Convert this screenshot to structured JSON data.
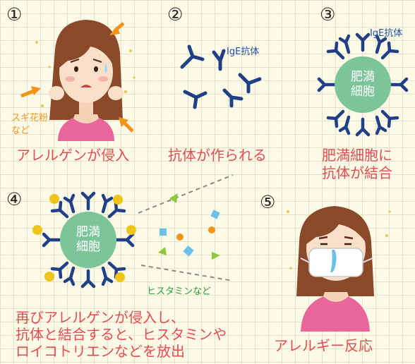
{
  "steps": [
    {
      "num": "①",
      "caption": "アレルゲンが侵入",
      "pollen_label_line1": "スギ花粉",
      "pollen_label_line2": "など"
    },
    {
      "num": "②",
      "caption": "抗体が作られる",
      "antibody_label": "IgE抗体"
    },
    {
      "num": "③",
      "caption_line1": "肥満細胞に",
      "caption_line2": "抗体が結合",
      "antibody_label": "IgE抗体",
      "cell_line1": "肥満",
      "cell_line2": "細胞"
    },
    {
      "num": "④",
      "caption_line1": "再びアレルゲンが侵入し、",
      "caption_line2": "抗体と結合すると、ヒスタミンや",
      "caption_line3": "ロイコトリエンなどを放出",
      "cell_line1": "肥満",
      "cell_line2": "細胞",
      "release_label": "ヒスタミンなど"
    },
    {
      "num": "⑤",
      "caption": "アレルギー反応"
    }
  ],
  "colors": {
    "caption": "#e34d51",
    "antibody": "#1f3f87",
    "cell": "#7cc49a",
    "allergen": "#f0c419",
    "label_blue": "#1f4fa0",
    "label_green": "#2a9c3c",
    "arrow": "#f39419"
  }
}
